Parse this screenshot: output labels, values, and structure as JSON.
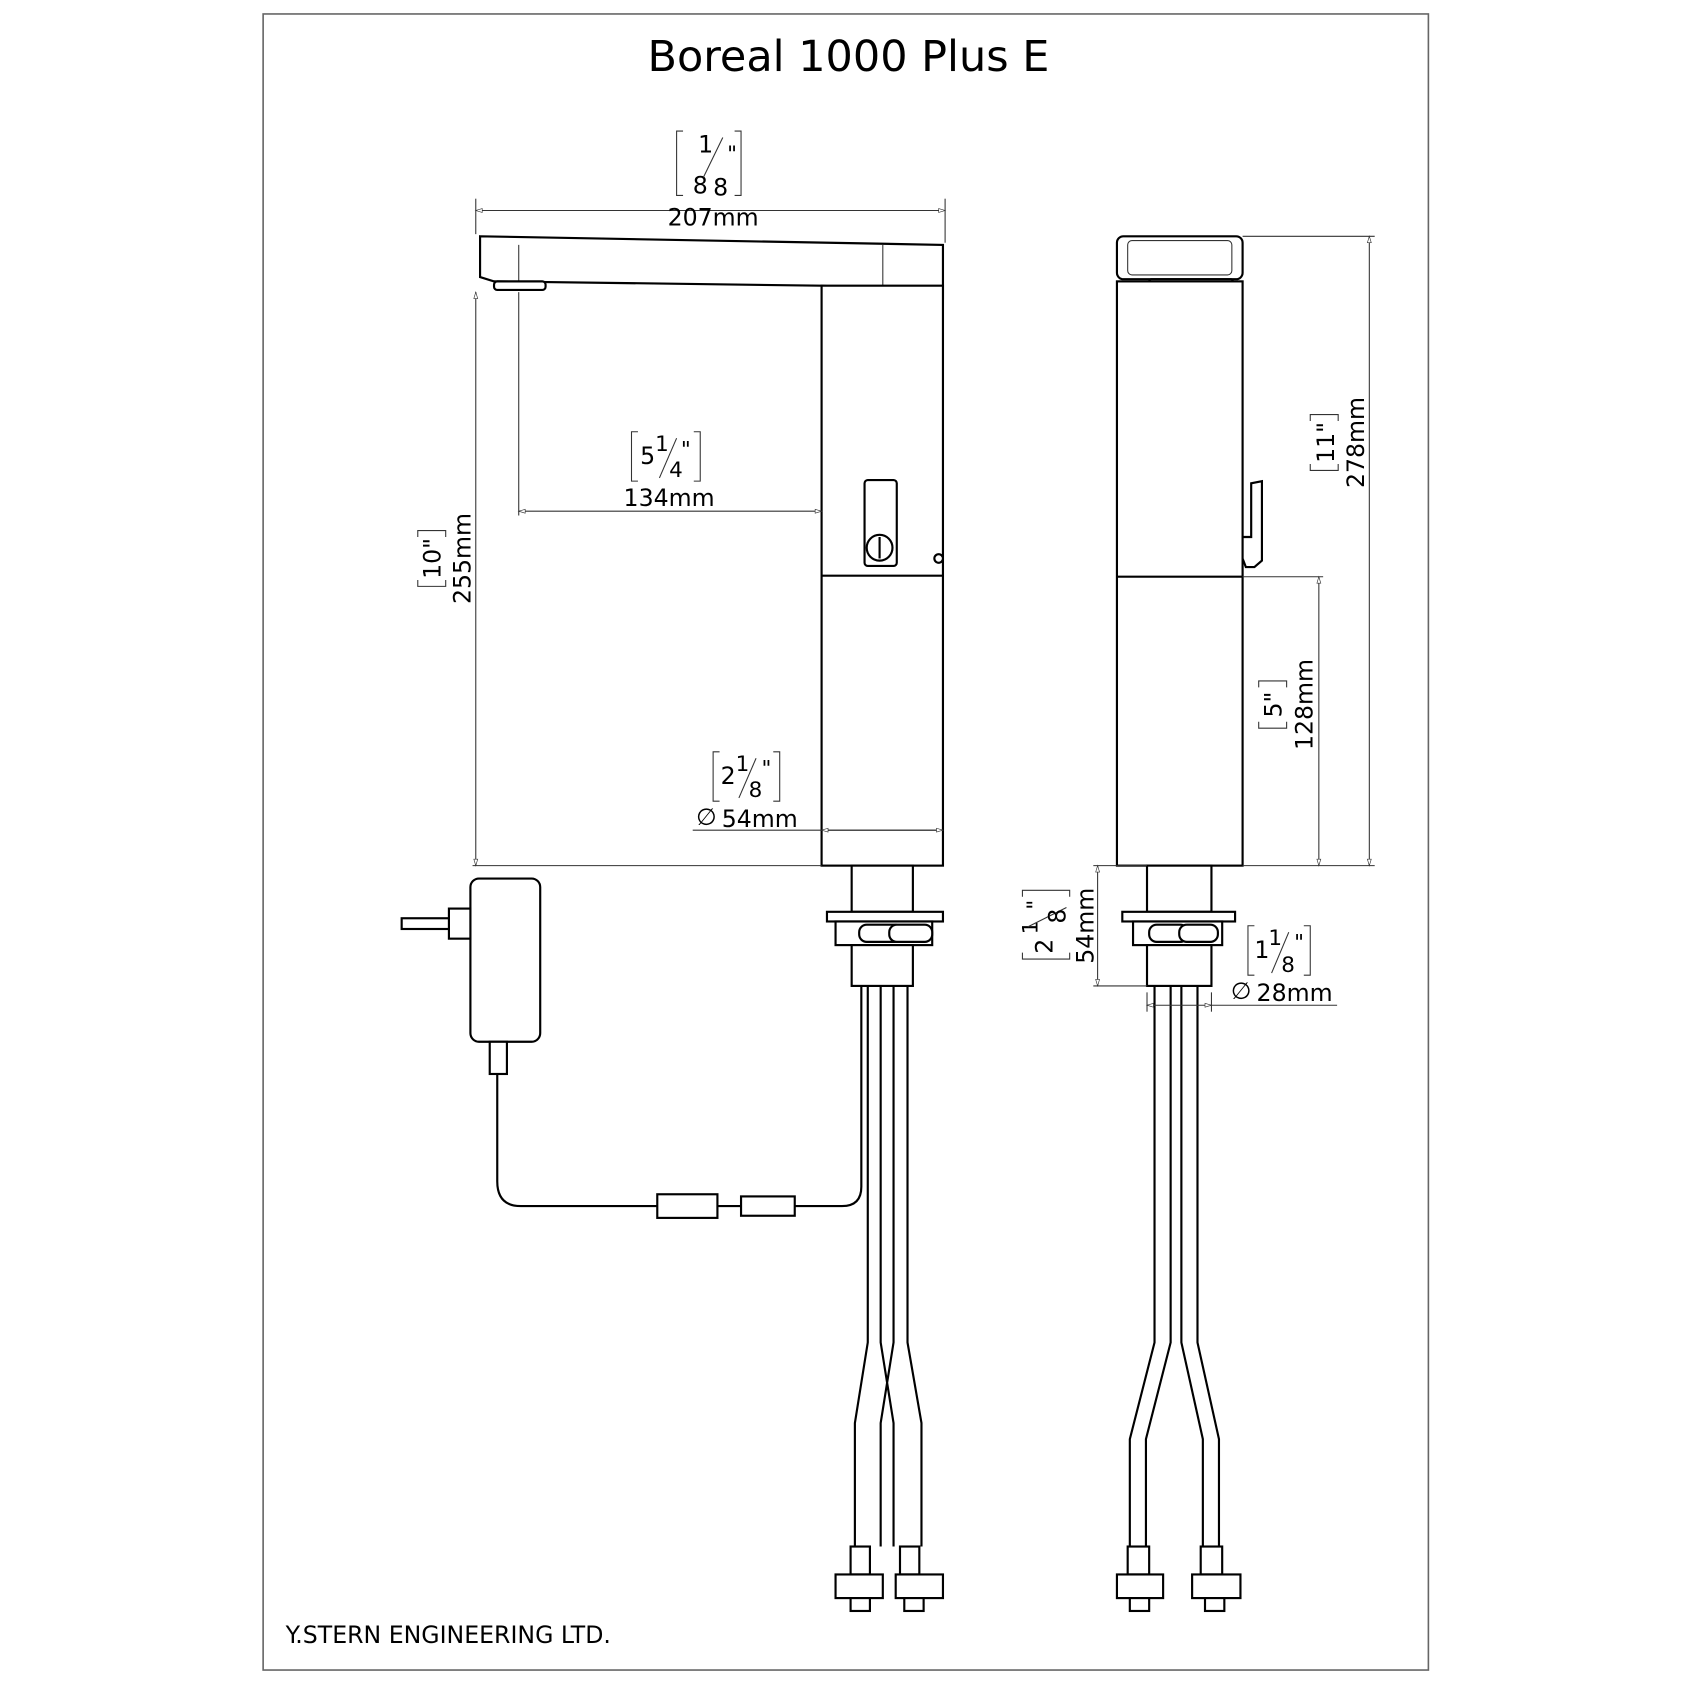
{
  "title": "Boreal 1000 Plus E",
  "footer": "Y.STERN ENGINEERING LTD.",
  "dimensions": {
    "spout_length": {
      "mm": "207mm",
      "whole": "8",
      "num": "1",
      "den": "8",
      "unit": "\""
    },
    "spout_reach": {
      "mm": "134mm",
      "whole": "5",
      "num": "1",
      "den": "4",
      "unit": "\""
    },
    "spout_height": {
      "mm": "255mm",
      "inch": "10\""
    },
    "body_diameter": {
      "mm": "54mm",
      "symbol": "∅",
      "whole": "2",
      "num": "1",
      "den": "8",
      "unit": "\""
    },
    "total_height": {
      "mm": "278mm",
      "inch": "11\""
    },
    "lower_body_height": {
      "mm": "128mm",
      "inch": "5\""
    },
    "shank_length": {
      "mm": "54mm",
      "whole": "2",
      "num": "1",
      "den": "8",
      "unit": "\""
    },
    "shank_diameter": {
      "mm": "28mm",
      "symbol": "∅",
      "whole": "1",
      "num": "1",
      "den": "8",
      "unit": "\""
    }
  }
}
